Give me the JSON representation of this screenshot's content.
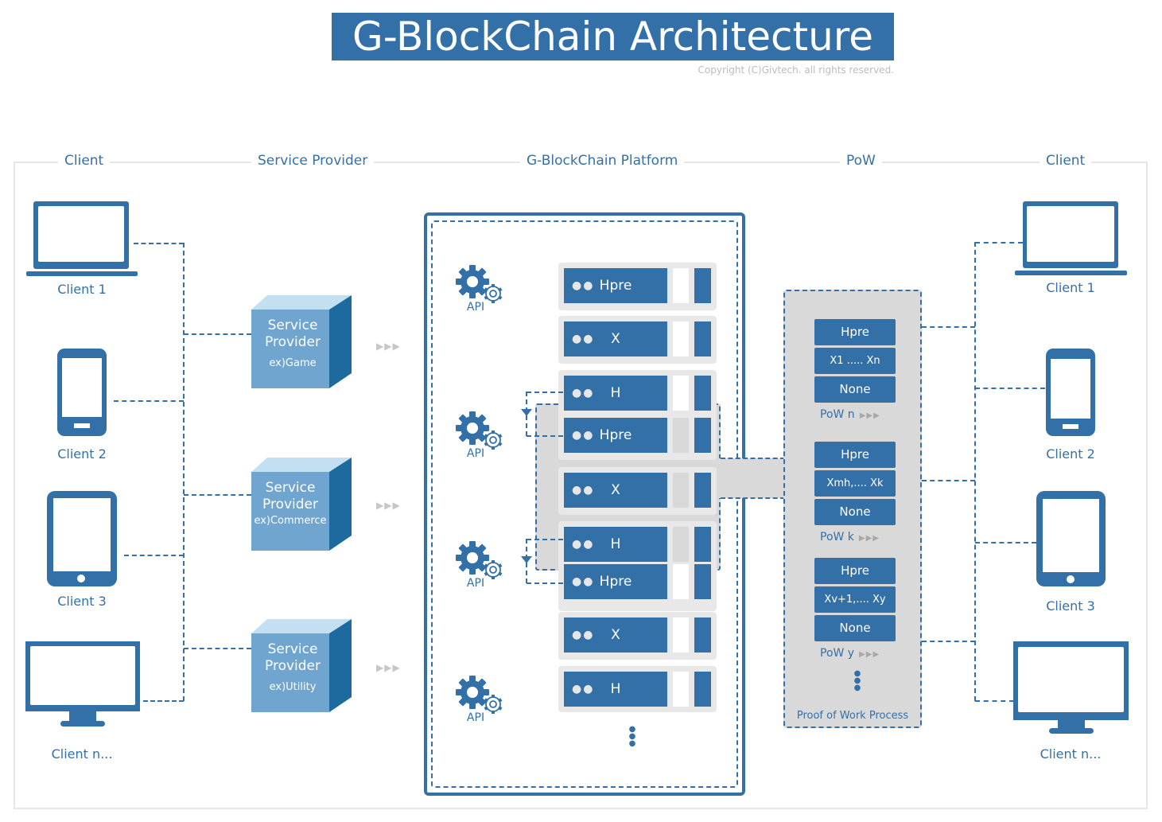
{
  "header": {
    "title": "G-BlockChain Architecture",
    "copyright": "Copyright (C)Givtech. all rights reserved."
  },
  "columns": {
    "client_left": "Client",
    "service_provider": "Service Provider",
    "platform": "G-BlockChain Platform",
    "pow": "PoW",
    "client_right": "Client"
  },
  "clients_left": [
    {
      "label": "Client 1",
      "icon": "laptop-icon"
    },
    {
      "label": "Client 2",
      "icon": "phone-icon"
    },
    {
      "label": "Client 3",
      "icon": "tablet-icon"
    },
    {
      "label": "Client n...",
      "icon": "monitor-icon"
    }
  ],
  "clients_right": [
    {
      "label": "Client 1",
      "icon": "laptop-icon"
    },
    {
      "label": "Client 2",
      "icon": "phone-icon"
    },
    {
      "label": "Client 3",
      "icon": "tablet-icon"
    },
    {
      "label": "Client n...",
      "icon": "monitor-icon"
    }
  ],
  "service_providers": [
    {
      "title": "Service Provider",
      "example": "ex)Game"
    },
    {
      "title": "Service Provider",
      "example": "ex)Commerce"
    },
    {
      "title": "Service Provider",
      "example": "ex)Utility"
    }
  ],
  "flow_arrows": "▶▶▶",
  "platform": {
    "api_label": "API",
    "api_count": 4,
    "blocks": [
      "Hpre",
      "X",
      "H",
      "Hpre",
      "X",
      "H",
      "Hpre",
      "X",
      "H"
    ],
    "more": "⋮"
  },
  "pow": {
    "groups": [
      {
        "rows": [
          "Hpre",
          "X1 ..... Xn",
          "None"
        ],
        "label": "PoW n"
      },
      {
        "rows": [
          "Hpre",
          "Xmh,.... Xk",
          "None"
        ],
        "label": "PoW k"
      },
      {
        "rows": [
          "Hpre",
          "Xv+1,.... Xy",
          "None"
        ],
        "label": "PoW y"
      }
    ],
    "more": "⋮",
    "caption": "Proof of Work Process"
  },
  "colors": {
    "primary": "#3470a8",
    "cube_front": "#6fa5cf",
    "cube_top": "#c3e0f2",
    "cube_side": "#1d6a9e",
    "rack_bg": "#e8e8e8",
    "pow_bg": "#d9d9d9"
  }
}
